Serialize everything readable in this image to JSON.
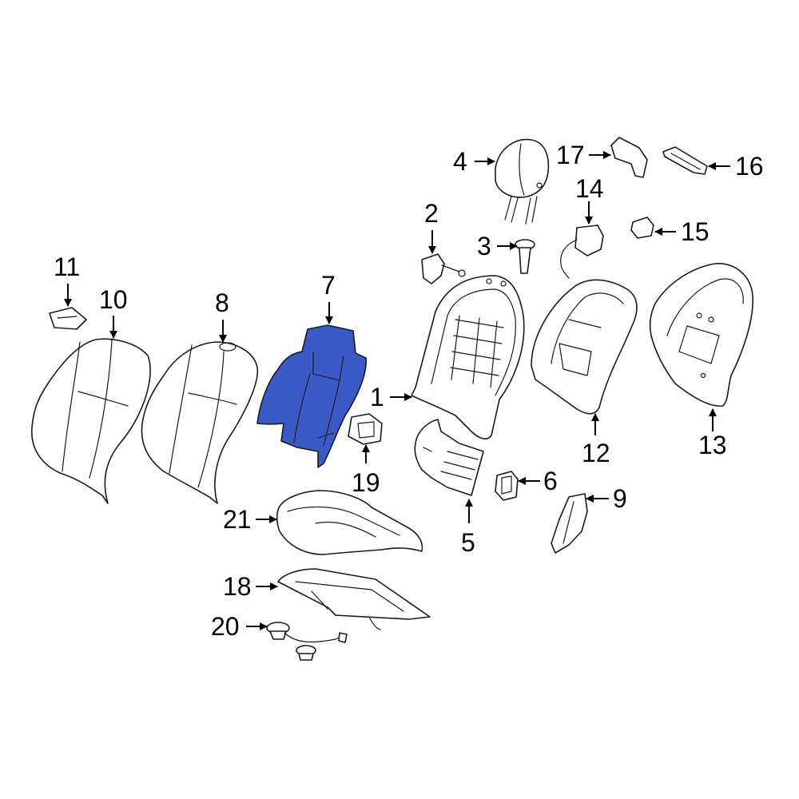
{
  "colors": {
    "highlight": "#3a5bc7",
    "line": "#1a1a1a",
    "background": "#ffffff"
  },
  "callouts": {
    "c1": "1",
    "c2": "2",
    "c3": "3",
    "c4": "4",
    "c5": "5",
    "c6": "6",
    "c7": "7",
    "c8": "8",
    "c9": "9",
    "c10": "10",
    "c11": "11",
    "c12": "12",
    "c13": "13",
    "c14": "14",
    "c15": "15",
    "c16": "16",
    "c17": "17",
    "c18": "18",
    "c19": "19",
    "c20": "20",
    "c21": "21"
  },
  "highlighted_part": "7"
}
